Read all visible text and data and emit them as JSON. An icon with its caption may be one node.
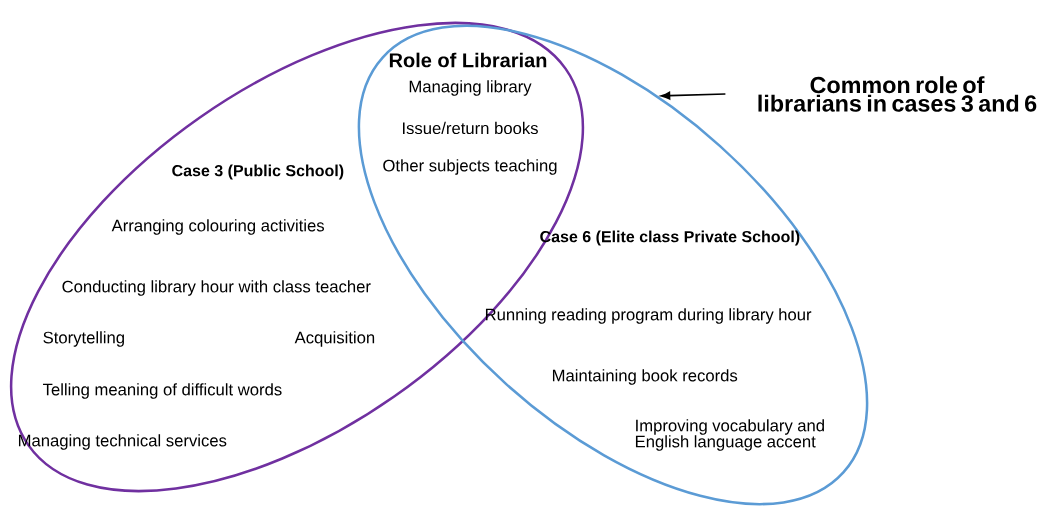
{
  "diagram": {
    "nodes": [
      {
        "text": [
          "Case 3 (Public School)",
          "Arranging colouring activities",
          "Conducting library hour with class teacher",
          "Storytelling",
          "Acquisition",
          "Telling meaning of difficult words",
          "Managing technical services"
        ]
      },
      {
        "text": [
          "Case 6 (Elite class Private School)",
          "Running reading program during library hour",
          "Maintaining book records",
          "Improving vocabulary and English language accent"
        ]
      },
      {
        "text": [
          "Common role of librarians in cases 3 and 6"
        ]
      }
    ],
    "edges": [
      {
        "from": 2,
        "to": 1,
        "arrow": "to"
      }
    ],
    "labels": [
      "Role of Librarian",
      "Managing library",
      "Issue/return books",
      "Other subjects teaching"
    ]
  }
}
